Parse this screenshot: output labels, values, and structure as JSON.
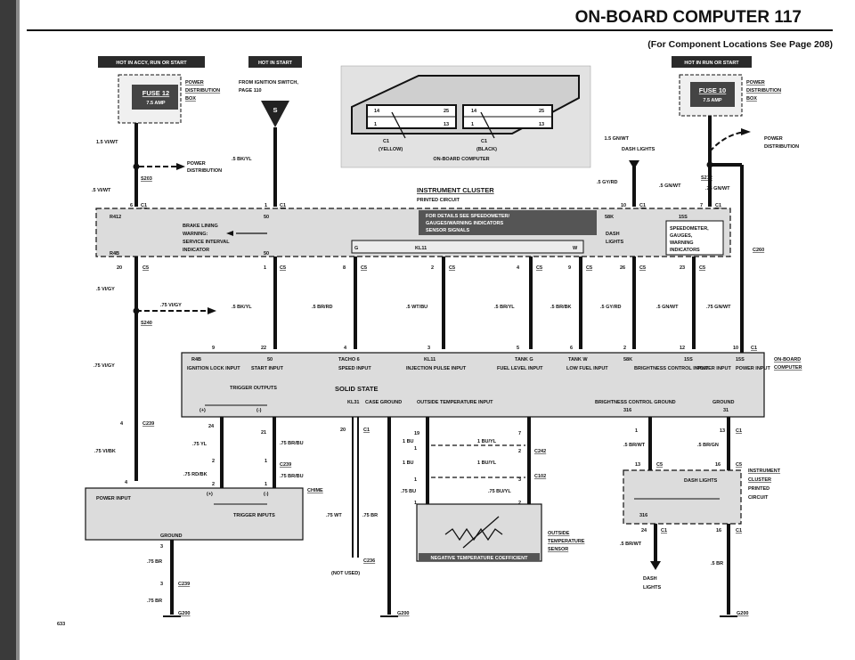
{
  "header": {
    "title": "ON-BOARD COMPUTER 117",
    "subtitle": "(For Component Locations See Page 208)"
  },
  "badges": {
    "left": "HOT IN ACCY, RUN OR START",
    "middle": "HOT IN START",
    "right": "HOT IN RUN OR START"
  },
  "fuse_left": {
    "name": "FUSE 12",
    "rating": "7.5 AMP"
  },
  "fuse_right": {
    "name": "FUSE 10",
    "rating": "7.5 AMP"
  },
  "labels": {
    "power_distribution_box_l1": "POWER",
    "power_distribution_box_l2": "DISTRIBUTION",
    "power_distribution_box_l3": "BOX",
    "from_ignition_l1": "FROM IGNITION SWITCH,",
    "from_ignition_l2": "PAGE 110",
    "s_symbol": "S",
    "power_dist_l1": "POWER",
    "power_dist_l2": "DISTRIBUTION",
    "instrument_cluster": "INSTRUMENT CLUSTER",
    "printed_circuit": "PRINTED CIRCUIT",
    "dash_lights": "DASH LIGHTS",
    "obc_yellow": "(YELLOW)",
    "obc_black": "(BLACK)",
    "obc_name": "ON-BOARD COMPUTER",
    "on_board_computer_l1": "ON-BOARD",
    "on_board_computer_l2": "COMPUTER",
    "chime": "CHIME",
    "not_used": "(NOT USED)",
    "outside_temp_l1": "OUTSIDE",
    "outside_temp_l2": "TEMPERATURE",
    "outside_temp_l3": "SENSOR",
    "ntc": "NEGATIVE TEMPERATURE COEFFICIENT",
    "instrument_cluster_r1": "INSTRUMENT",
    "instrument_cluster_r2": "CLUSTER",
    "instrument_cluster_r3": "PRINTED",
    "instrument_cluster_r4": "CIRCUIT",
    "dash_lights_box": "DASH LIGHTS",
    "dash_lights_bottom_l1": "DASH",
    "dash_lights_bottom_l2": "LIGHTS",
    "page_number": "633"
  },
  "connectors": {
    "c1": "C1",
    "c5": "C5",
    "c239": "C239",
    "c242": "C242",
    "c102": "C102",
    "c236": "C236",
    "c260": "C260",
    "s203": "S203",
    "s212": "S212",
    "s240": "S240",
    "g200": "G200"
  },
  "wires": {
    "vi_wt_15": "1.5 VI/WT",
    "vi_wt_5": ".5 VI/WT",
    "bk_yl_5": ".5 BK/YL",
    "gn_wt_15": "1.5 GN/WT",
    "gy_rd_5": ".5 GY/RD",
    "gn_wt_5": ".5 GN/WT",
    "gn_wt_75": ".75 GN/WT",
    "vi_gy_5": ".5 VI/GY",
    "vi_gy_75": ".75 VI/GY",
    "br_rd_5": ".5 BR/RD",
    "wt_bu_5": ".5 WT/BU",
    "br_yl_5": ".5 BR/YL",
    "br_bk_5": ".5 BR/BK",
    "vi_bk_75": ".75 VI/BK",
    "yl_75": ".75 YL",
    "br_bu_75": ".75 BR/BU",
    "rd_bk_75": ".75 RD/BK",
    "br_75": ".75 BR",
    "wt_75": ".75 WT",
    "bu_1": "1 BU",
    "bu_yl_1": "1 BU/YL",
    "bu_75": ".75 BU",
    "bu_yl_75": ".75 BU/YL",
    "br_wt_5": ".5 BR/WT",
    "br_gn_5": ".5 BR/GN",
    "br_5": ".5 BR"
  },
  "cluster_box": {
    "r412": "R412",
    "r4b": "R4B",
    "p50a": "50",
    "p50b": "50",
    "brake_l1": "BRAKE LINING",
    "brake_l2": "WARNING:",
    "brake_l3": "SERVICE INTERVAL",
    "brake_l4": "INDICATOR",
    "details_l1": "FOR DETAILS SEE SPEEDOMETER/",
    "details_l2": "GAUGES/WARNING INDICATORS",
    "details_l3": "SENSOR SIGNALS",
    "dash_l1": "DASH",
    "dash_l2": "LIGHTS",
    "speedo_l1": "SPEEDOMETER,",
    "speedo_l2": "GAUGES,",
    "speedo_l3": "WARNING",
    "speedo_l4": "INDICATORS",
    "p58k": "58K",
    "p15s": "15S",
    "kl11": "KL11",
    "p_g": "G",
    "p_w": "W"
  },
  "obc_pins": {
    "r1": "R4B",
    "r2": "50",
    "r3": "TACHO 6",
    "r4": "KL11",
    "r5": "TANK G",
    "r6": "TANK W",
    "r7": "58K",
    "r8": "15S",
    "r9": "15S",
    "ignition": "IGNITION LOCK INPUT",
    "start_input": "START INPUT",
    "speed_input": "SPEED INPUT",
    "injection": "INJECTION PULSE INPUT",
    "fuel_level": "FUEL LEVEL INPUT",
    "low_fuel": "LOW FUEL INPUT",
    "brightness": "BRIGHTNESS CONTROL INPUT",
    "power_input": "POWER INPUT",
    "power_input2": "POWER INPUT",
    "trigger_outputs": "TRIGGER OUTPUTS",
    "solid_state": "SOLID STATE",
    "kl31": "KL31",
    "case_ground": "CASE GROUND",
    "outside_temp_input": "OUTSIDE TEMPERATURE INPUT",
    "brightness_ground": "BRIGHTNESS CONTROL GROUND",
    "p316": "316",
    "ground": "GROUND",
    "p31": "31",
    "plus": "(+)",
    "minus": "(-)"
  },
  "chime_box": {
    "power_input": "POWER INPUT",
    "trigger_inputs": "TRIGGER INPUTS",
    "ground": "GROUND",
    "plus": "(+)",
    "minus": "(-)"
  },
  "pins": {
    "p6": "6",
    "p1": "1",
    "p10": "10",
    "p7": "7",
    "p20": "20",
    "p8": "8",
    "p2": "2",
    "p4": "4",
    "p9": "9",
    "p26": "26",
    "p23": "23",
    "p22": "22",
    "p3": "3",
    "p5": "5",
    "p12": "12",
    "p24": "24",
    "p21": "21",
    "p19": "19",
    "p13": "13",
    "p16": "16",
    "p14": "14",
    "p25": "25"
  }
}
